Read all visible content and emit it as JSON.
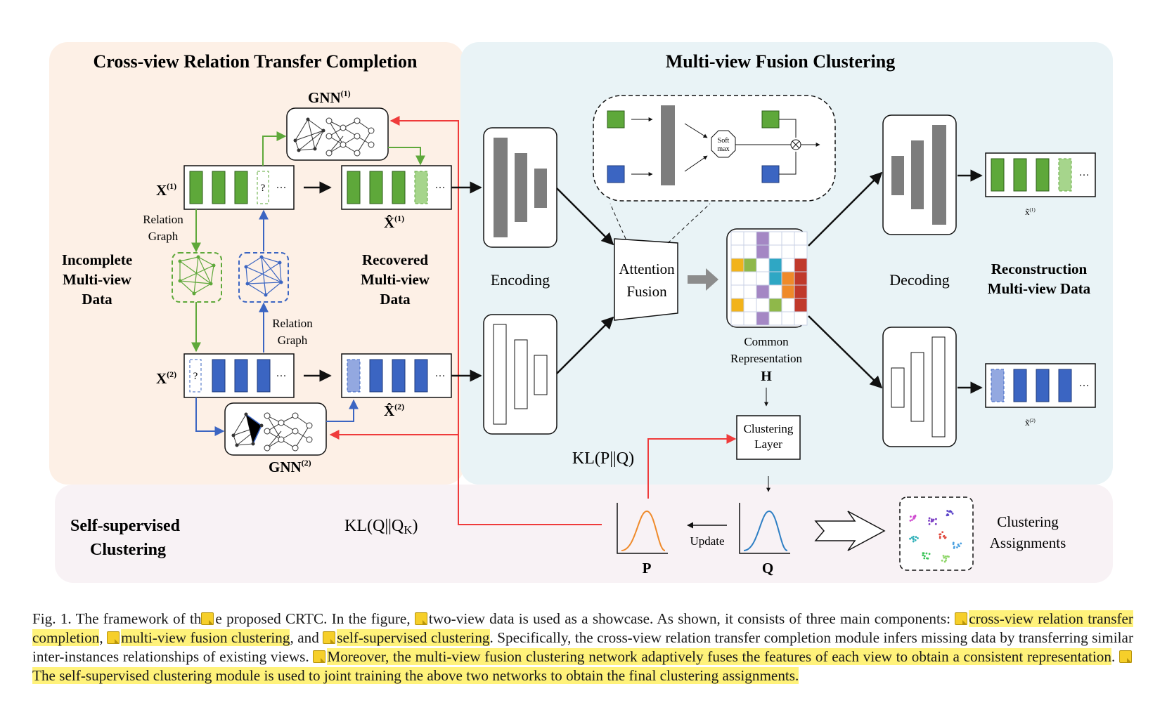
{
  "figure": {
    "colors": {
      "left_panel_bg": "#fdf0e6",
      "right_panel_bg": "#e9f3f6",
      "bottom_panel_bg": "#f8f2f5",
      "view1_green": "#5ea83a",
      "view2_blue": "#3b65c2",
      "arrow_red": "#ef3b3b",
      "curve_orange": "#ef8a2a",
      "curve_blue": "#2e7fc4"
    },
    "left_panel": {
      "title": "Cross-view Relation Transfer Completion",
      "gnn1_label": "GNN",
      "gnn1_sup": "(1)",
      "gnn2_label": "GNN",
      "gnn2_sup": "(2)",
      "x1_label": "X",
      "x1_sup": "(1)",
      "x2_label": "X",
      "x2_sup": "(2)",
      "x1hat_label": "X̂",
      "x1hat_sup": "(1)",
      "x2hat_label": "X̂",
      "x2hat_sup": "(2)",
      "missing_mark": "?",
      "ellipsis": "···",
      "relation_graph_1_line1": "Relation",
      "relation_graph_1_line2": "Graph",
      "relation_graph_2_line1": "Relation",
      "relation_graph_2_line2": "Graph",
      "incomplete_line1": "Incomplete",
      "incomplete_line2": "Multi-view",
      "incomplete_line3": "Data",
      "recovered_line1": "Recovered",
      "recovered_line2": "Multi-view",
      "recovered_line3": "Data"
    },
    "right_panel": {
      "title": "Multi-view Fusion Clustering",
      "encoding_label": "Encoding",
      "decoding_label": "Decoding",
      "attention_line1": "Attention",
      "attention_line2": "Fusion",
      "softmax_line1": "Soft",
      "softmax_line2": "max",
      "common_line1": "Common",
      "common_line2": "Representation",
      "common_symbol": "H",
      "clustering_layer_line1": "Clustering",
      "clustering_layer_line2": "Layer",
      "recon_line1": "Reconstruction",
      "recon_line2": "Multi-view Data",
      "xrec1_label": "x̃",
      "xrec1_sup": "(1)",
      "xrec2_label": "x̃",
      "xrec2_sup": "(2)",
      "kl_pq": "KL(P||Q)"
    },
    "bottom_panel": {
      "title_line1": "Self-supervised",
      "title_line2": "Clustering",
      "kl_qqk": "KL(Q||Q",
      "kl_qqk_sub": "K",
      "kl_qqk_close": ")",
      "p_label": "P",
      "q_label": "Q",
      "update_label": "Update",
      "assign_line1": "Clustering",
      "assign_line2": "Assignments"
    }
  },
  "caption": {
    "p1": "Fig. 1.   The framework of th",
    "p2": "e proposed CRTC. In the figure, ",
    "p3": "two-view data is used as a showcase. As shown, it consists of three main components: ",
    "h1": "cross-view relation transfer completion",
    "p4": ", ",
    "h2": "multi-view fusion clustering",
    "p5": ", and ",
    "h3": "self-supervised clustering",
    "p6": ". Specifically, the cross-view relation transfer completion module infers missing data by transferring similar inter-instances relationships of existing views. ",
    "h4": "Moreover, the multi-view fusion clustering network adaptively fuses the features of each view to obtain a consistent representation",
    "p7": ". ",
    "h5": "The self-supervised clustering module is used to joint training the above two networks to obtain the final clustering assignments."
  }
}
